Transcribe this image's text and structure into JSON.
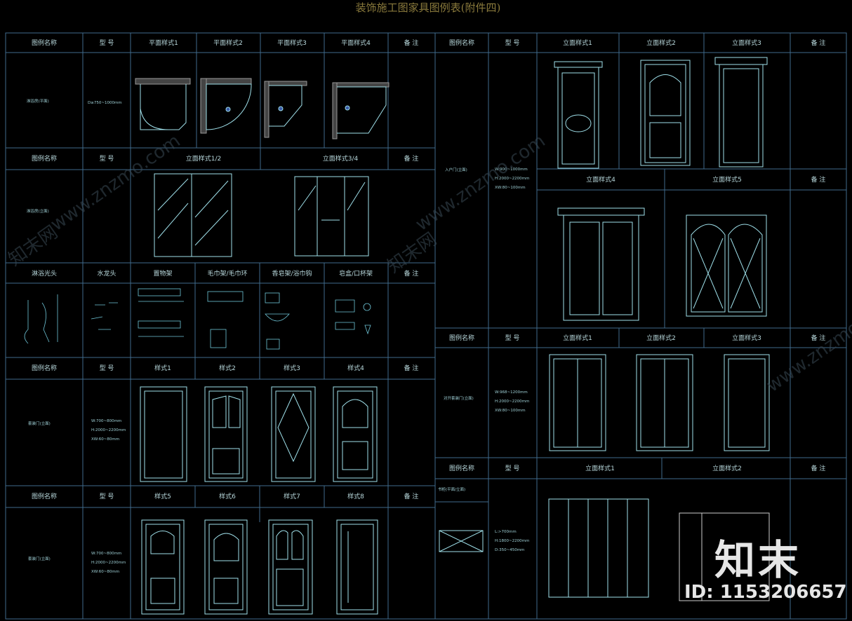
{
  "title": "装饰施工图家具图例表(附件四)",
  "headers": {
    "name": "图例名称",
    "model": "型 号",
    "note": "备 注",
    "plan1": "平面样式1",
    "plan2": "平面样式2",
    "plan3": "平面样式3",
    "plan4": "平面样式4",
    "elev12": "立面样式1/2",
    "elev34": "立面样式3/4",
    "style1": "样式1",
    "style2": "样式2",
    "style3": "样式3",
    "style4": "样式4",
    "style5": "样式5",
    "style6": "样式6",
    "style7": "样式7",
    "style8": "样式8",
    "elev1": "立面样式1",
    "elev2": "立面样式2",
    "elev3": "立面样式3",
    "elev4": "立面样式4",
    "elev5": "立面样式5"
  },
  "fixtures": {
    "shower": "淋浴光头",
    "faucet": "水龙头",
    "towel_rack": "置物架",
    "towel": "毛巾架/毛巾环",
    "soap": "香皂架/浴巾钩",
    "paper": "皂盒/口杯架"
  },
  "rows": {
    "shower_room_plan": {
      "name": "淋浴房(平面)",
      "model": "D≥750~1000mm"
    },
    "shower_room_elev": {
      "name": "淋浴房(立面)"
    },
    "door_a": {
      "name": "套装门(立面)",
      "model_w": "W:700~800mm",
      "model_h": "H:2000~2200mm",
      "model_d": "XW:60~80mm"
    },
    "door_b": {
      "name": "套装门(立面)",
      "model_w": "W:700~800mm",
      "model_h": "H:2000~2200mm",
      "model_d": "XW:60~80mm"
    },
    "entry_door": {
      "name": "入户门(立面)",
      "model_w": "W:900~1000mm",
      "model_h": "H:2000~2200mm",
      "model_d": "XW:80~100mm"
    },
    "double_door": {
      "name": "对开套装门(立面)",
      "model_w": "W:968~1200mm",
      "model_h": "H:2000~2200mm",
      "model_d": "XW:80~100mm"
    },
    "cabinet": {
      "name": "书柜(平面/立面)",
      "model_l": "L:>700mm",
      "model_h": "H:1800~2200mm",
      "model_d": "D:350~450mm"
    }
  },
  "watermarks": [
    "www.znzmo.com",
    "知末网"
  ],
  "logo": {
    "mark": "知末",
    "id": "ID: 1153206657"
  },
  "colors": {
    "background": "#000000",
    "grid": "#3f6a8c",
    "line": "#9fe0ea",
    "title": "#8a7a3c"
  }
}
